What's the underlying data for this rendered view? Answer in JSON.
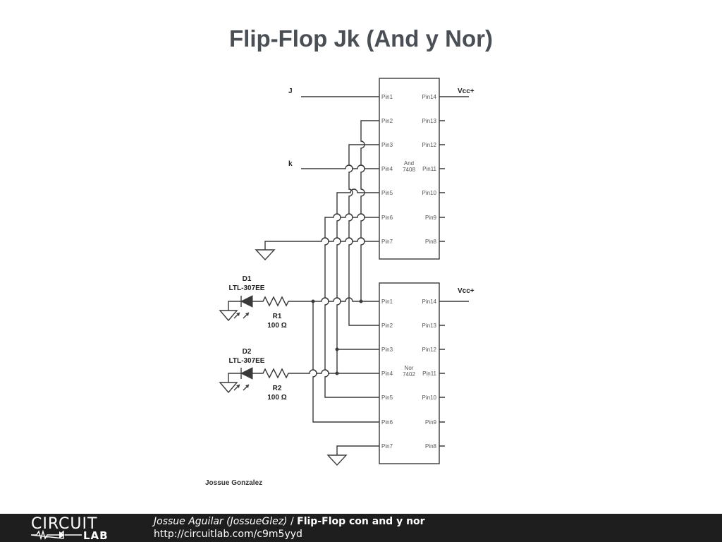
{
  "title": "Flip-Flop Jk (And y Nor)",
  "inputs": {
    "j": "J",
    "k": "k"
  },
  "vcc": "Vcc+",
  "chips": [
    {
      "name": "And",
      "part": "7408",
      "left_pins": [
        "Pin1",
        "Pin2",
        "Pin3",
        "Pin4",
        "Pin5",
        "Pin6",
        "Pin7"
      ],
      "right_pins": [
        "Pin14",
        "Pin13",
        "Pin12",
        "Pin11",
        "Pin10",
        "Pin9",
        "Pin8"
      ]
    },
    {
      "name": "Nor",
      "part": "7402",
      "left_pins": [
        "Pin1",
        "Pin2",
        "Pin3",
        "Pin4",
        "Pin5",
        "Pin6",
        "Pin7"
      ],
      "right_pins": [
        "Pin14",
        "Pin13",
        "Pin12",
        "Pin11",
        "Pin10",
        "Pin9",
        "Pin8"
      ]
    }
  ],
  "leds": [
    {
      "ref": "D1",
      "part": "LTL-307EE"
    },
    {
      "ref": "D2",
      "part": "LTL-307EE"
    }
  ],
  "resistors": [
    {
      "ref": "R1",
      "value": "100 Ω"
    },
    {
      "ref": "R2",
      "value": "100 Ω"
    }
  ],
  "author_label": "Jossue Gonzalez",
  "footer": {
    "logo_top": "CIRCUIT",
    "logo_bottom": "LAB",
    "author": "Jossue Aguilar (JossueGlez)",
    "separator": " / ",
    "circuit_title": "Flip-Flop con and y nor",
    "url": "http://circuitlab.com/c9m5yyd"
  }
}
